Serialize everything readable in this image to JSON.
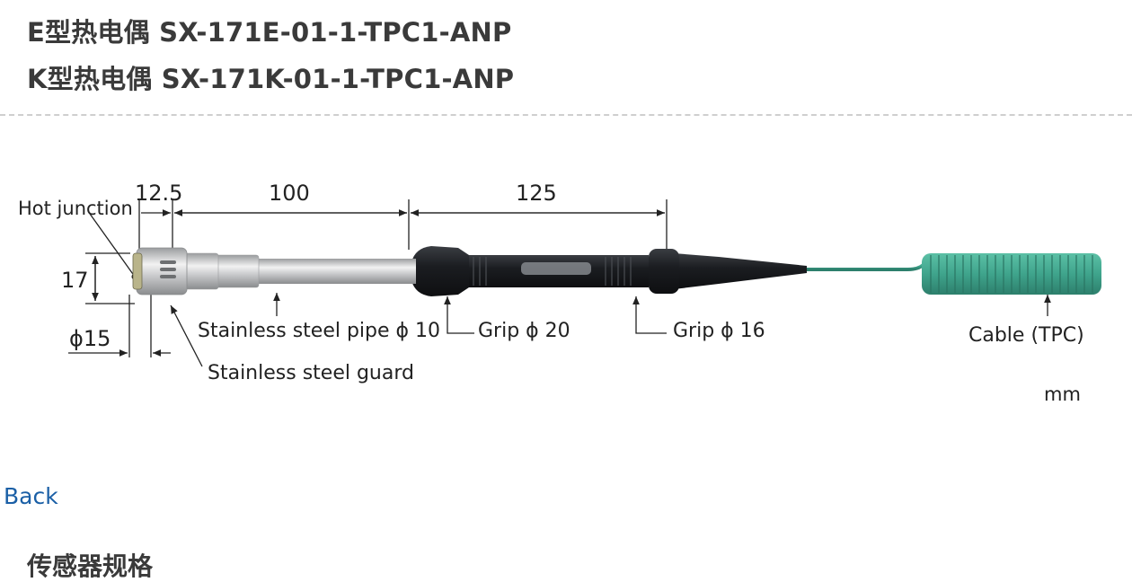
{
  "header": {
    "titles": [
      "E型热电偶 SX-171E-01-1-TPC1-ANP",
      "K型热电偶 SX-171K-01-1-TPC1-ANP"
    ]
  },
  "diagram": {
    "dimensions": {
      "tip_length": "12.5",
      "pipe_length": "100",
      "grip_length": "125",
      "guard_height": "17",
      "guard_diameter": "ϕ15"
    },
    "labels": {
      "hot_junction": "Hot junction",
      "pipe": "Stainless steel pipe ϕ 10",
      "guard": "Stainless steel guard",
      "grip_front": "Grip ϕ 20",
      "grip_rear": "Grip ϕ 16",
      "cable": "Cable (TPC)",
      "unit": "mm"
    },
    "colors": {
      "cable": "#3fa48c",
      "grip": "#1e2024",
      "steel": "#c4c6c8"
    }
  },
  "nav": {
    "back_label": "Back"
  },
  "section": {
    "heading": "传感器规格"
  }
}
